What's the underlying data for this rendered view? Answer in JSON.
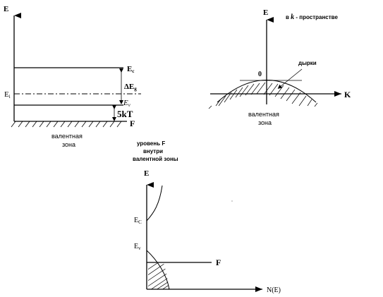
{
  "band_diagram": {
    "e_axis_label": "E",
    "ec_label": "E",
    "ec_sub": "c",
    "ei_label": "E",
    "ei_sub": "i",
    "delta_eg_label": "ΔE",
    "delta_eg_sub": "g",
    "ev_label": "E",
    "ev_sub": "v",
    "five_kt_label": "5kT",
    "f_label": "F",
    "caption_line1": "валентная",
    "caption_line2": "зона"
  },
  "k_space_diagram": {
    "e_axis_label": "E",
    "title_prefix": "в ",
    "title_k": "k",
    "title_suffix": " - пространстве",
    "holes_label": "дырки",
    "zero_label": "0",
    "k_axis_label": "K",
    "caption_line1": "валентная",
    "caption_line2": "зона"
  },
  "dos_diagram": {
    "title_line1": "уровень F",
    "title_line2": "внутри",
    "title_line3": "валентной зоны",
    "e_axis_label": "E",
    "ec_label": "E",
    "ec_sub": "C",
    "ev_label": "E",
    "ev_sub": "v",
    "f_label": "F",
    "n_axis_label": "N(E)"
  }
}
